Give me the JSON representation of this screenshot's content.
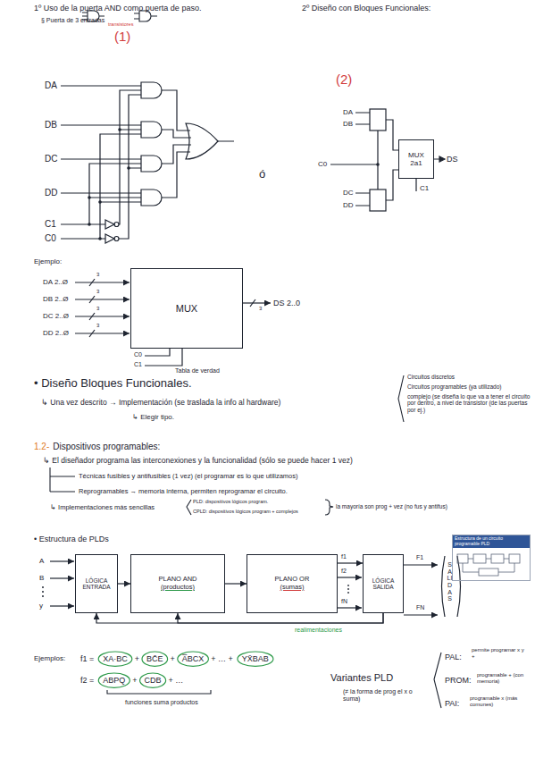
{
  "diagram": {
    "nodes": [
      {
        "text": [
          "MUX 2a1"
        ]
      },
      {
        "text": [
          "MUX"
        ]
      },
      {
        "text": [
          "LÓGICA ENTRADA"
        ]
      },
      {
        "text": [
          "PLANO AND",
          "(productos)"
        ]
      },
      {
        "text": [
          "PLANO OR",
          "(sumas)"
        ]
      },
      {
        "text": [
          "LÓGICA SALIDA"
        ]
      },
      {
        "text": [
          "Estructura de un circuito programable PLD"
        ]
      }
    ],
    "edges": [
      {
        "from": 2,
        "to": 3,
        "arrow": "to"
      },
      {
        "from": 3,
        "to": 4,
        "arrow": "to"
      },
      {
        "from": 4,
        "to": 5,
        "arrow": "to"
      },
      {
        "from": 5,
        "to": 3,
        "arrow": "to"
      },
      {
        "from": 5,
        "to": 2,
        "arrow": "to"
      }
    ],
    "labels": [
      "1º Uso de la puerta AND como puerta de paso.",
      "§ Puerta de 3 entradas",
      "transistores",
      "2º Diseño con Bloques Funcionales:",
      "(1)",
      "DA",
      "DB",
      "DC",
      "DD",
      "C1",
      "C0",
      "ó",
      "(2)",
      "DA",
      "DB",
      "C0",
      "DC",
      "DD",
      "DS",
      "C1",
      "Ejemplo:",
      "DA 2..Ø",
      "3",
      "DB 2..Ø",
      "3",
      "DC 2..Ø",
      "3",
      "DD 2..Ø",
      "3",
      "DS 2..0",
      "3",
      "C0",
      "C1",
      "• Diseño Bloques Funcionales.",
      "Tabla de verdad",
      "↳ Una vez descrito → Implementación (se traslada la info al hardware)",
      "↳ Elegir tipo.",
      "Circuitos discretos",
      "Circuitos programables (ya utilizado)",
      "complejo (se diseña lo que va a tener el circuito por dentro, a nivel de transistor (de las puertas por ej.)",
      "1.2-",
      "Dispositivos programables:",
      "↳ El diseñador programa las interconexiones y la funcionalidad (sólo se puede hacer 1 vez)",
      "Técnicas fusibles y antifusibles (1 vez) (el programar es lo que utilizamos)",
      "Reprogramables → memoria interna, permiten reprogramar el circuito.",
      "↳ Implementaciones más sencillas",
      "PLD: dispositivos lógicos program.",
      "CPLD: dispositivos lógicos program + complejos",
      "la mayoría son prog + vez (no fus y antifus)",
      "• Estructura de PLDs",
      "A",
      "B",
      "y",
      "f1",
      "f2",
      "fN",
      "F1",
      "FN",
      "SALIDAS",
      "realimentaciones",
      "Ejemplos:",
      "f1 =",
      "XA·BC",
      "+",
      "BC̄E",
      "+",
      "A̅BCX",
      "+ … +",
      "YX̄BAB",
      "f2 =",
      "ABPQ",
      "+",
      "CDB",
      "+ …",
      "funciones suma productos",
      "Variantes PLD",
      "(≠ la forma de prog el x o suma)",
      "PAL:",
      "permite programar x y +",
      "PROM:",
      "programable + (con memoria)",
      "PAI:",
      "programable x (más comunes)"
    ]
  }
}
